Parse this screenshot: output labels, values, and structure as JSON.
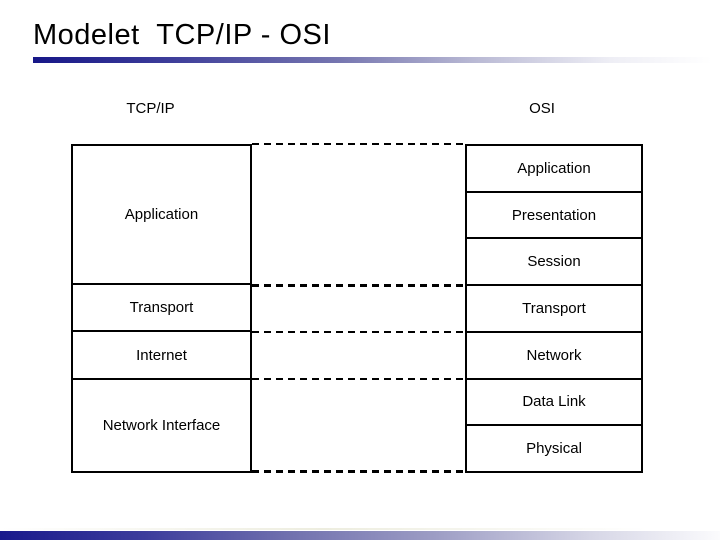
{
  "slide": {
    "title": "Modelet  TCP/IP - OSI",
    "accent_color_dark": "#1a1a8c",
    "accent_color_light": "#fbfbfd",
    "border_color": "#000000"
  },
  "diagram": {
    "tcpip": {
      "header": "TCP/IP",
      "layers": [
        {
          "label": "Application",
          "rows_spanned": 3
        },
        {
          "label": "Transport",
          "rows_spanned": 1
        },
        {
          "label": "Internet",
          "rows_spanned": 1
        },
        {
          "label": "Network Interface",
          "rows_spanned": 2
        }
      ]
    },
    "osi": {
      "header": "OSI",
      "layers": [
        "Application",
        "Presentation",
        "Session",
        "Transport",
        "Network",
        "Data Link",
        "Physical"
      ]
    }
  }
}
